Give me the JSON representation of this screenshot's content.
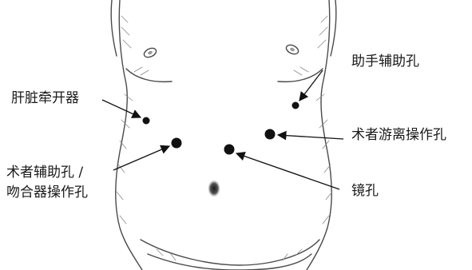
{
  "labels": {
    "liver_retractor": "肝脏牵开器",
    "assistant_port": "助手辅助孔",
    "surgeon_port": "术者游离操作孔",
    "surgeon_assist_line1": "术者辅助孔 /",
    "surgeon_assist_line2": "吻合器操作孔",
    "scope_port": "镜孔"
  }
}
